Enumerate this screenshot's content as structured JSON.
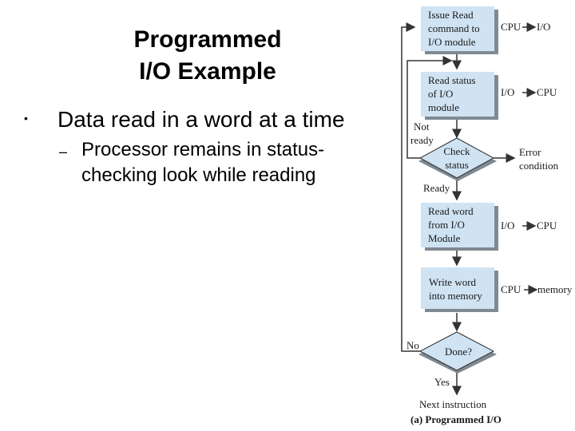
{
  "slide": {
    "title_line1": "Programmed",
    "title_line2": "I/O Example",
    "bullet_symbol": "•",
    "bullet_text": "Data read in a word at a time",
    "sub_symbol": "–",
    "sub_line1": "Processor remains in status-",
    "sub_line2": "checking look while reading"
  },
  "flowchart": {
    "box1": [
      "Issue Read",
      "command to",
      "I/O module"
    ],
    "box2": [
      "Read status",
      "of I/O",
      "module"
    ],
    "decision1": [
      "Check",
      "status"
    ],
    "box3": [
      "Read word",
      "from I/O",
      "Module"
    ],
    "box4": [
      "Write word",
      "into memory"
    ],
    "decision2": "Done?",
    "side1": [
      "CPU",
      "I/O"
    ],
    "side2": [
      "I/O",
      "CPU"
    ],
    "side3": [
      "I/O",
      "CPU"
    ],
    "side4": [
      "CPU",
      "memory"
    ],
    "not_ready": [
      "Not",
      "ready"
    ],
    "error": [
      "Error",
      "condition"
    ],
    "ready": "Ready",
    "no": "No",
    "yes": "Yes",
    "next": "Next instruction",
    "caption": "(a) Programmed I/O"
  },
  "colors": {
    "box_fill": "#cfe3f3",
    "box_shadow": "#7f8a93",
    "line": "#333333"
  }
}
